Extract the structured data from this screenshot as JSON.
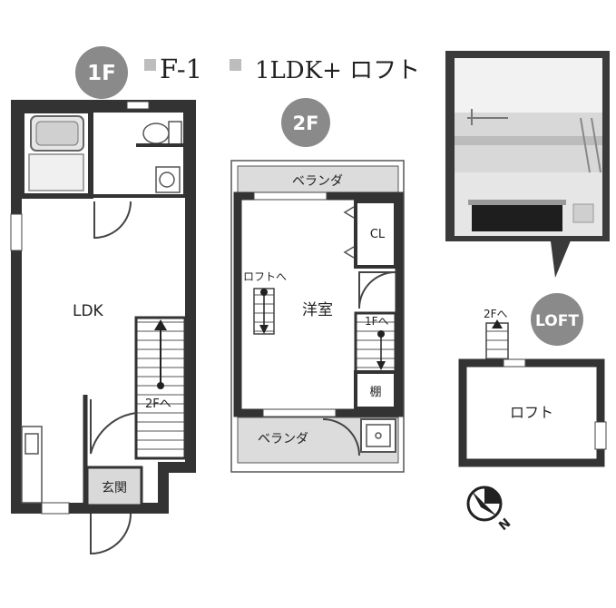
{
  "header": {
    "floor1_badge": "1F",
    "unit_name": "F-1",
    "layout_type": "1LDK+ ロフト"
  },
  "floor1": {
    "ldk_label": "LDK",
    "stairs_label": "2Fへ",
    "entrance_label": "玄関"
  },
  "floor2": {
    "badge": "2F",
    "veranda_top_label": "ベランダ",
    "veranda_bottom_label": "ベランダ",
    "closet_label": "CL",
    "loft_ladder_label": "ロフトへ",
    "western_room_label": "洋室",
    "stairs_down_label": "1Fへ",
    "shelf_label": "棚"
  },
  "loft": {
    "badge": "LOFT",
    "ladder_label": "2Fへ",
    "room_label": "ロフト"
  },
  "compass": {
    "north_label": "N"
  }
}
